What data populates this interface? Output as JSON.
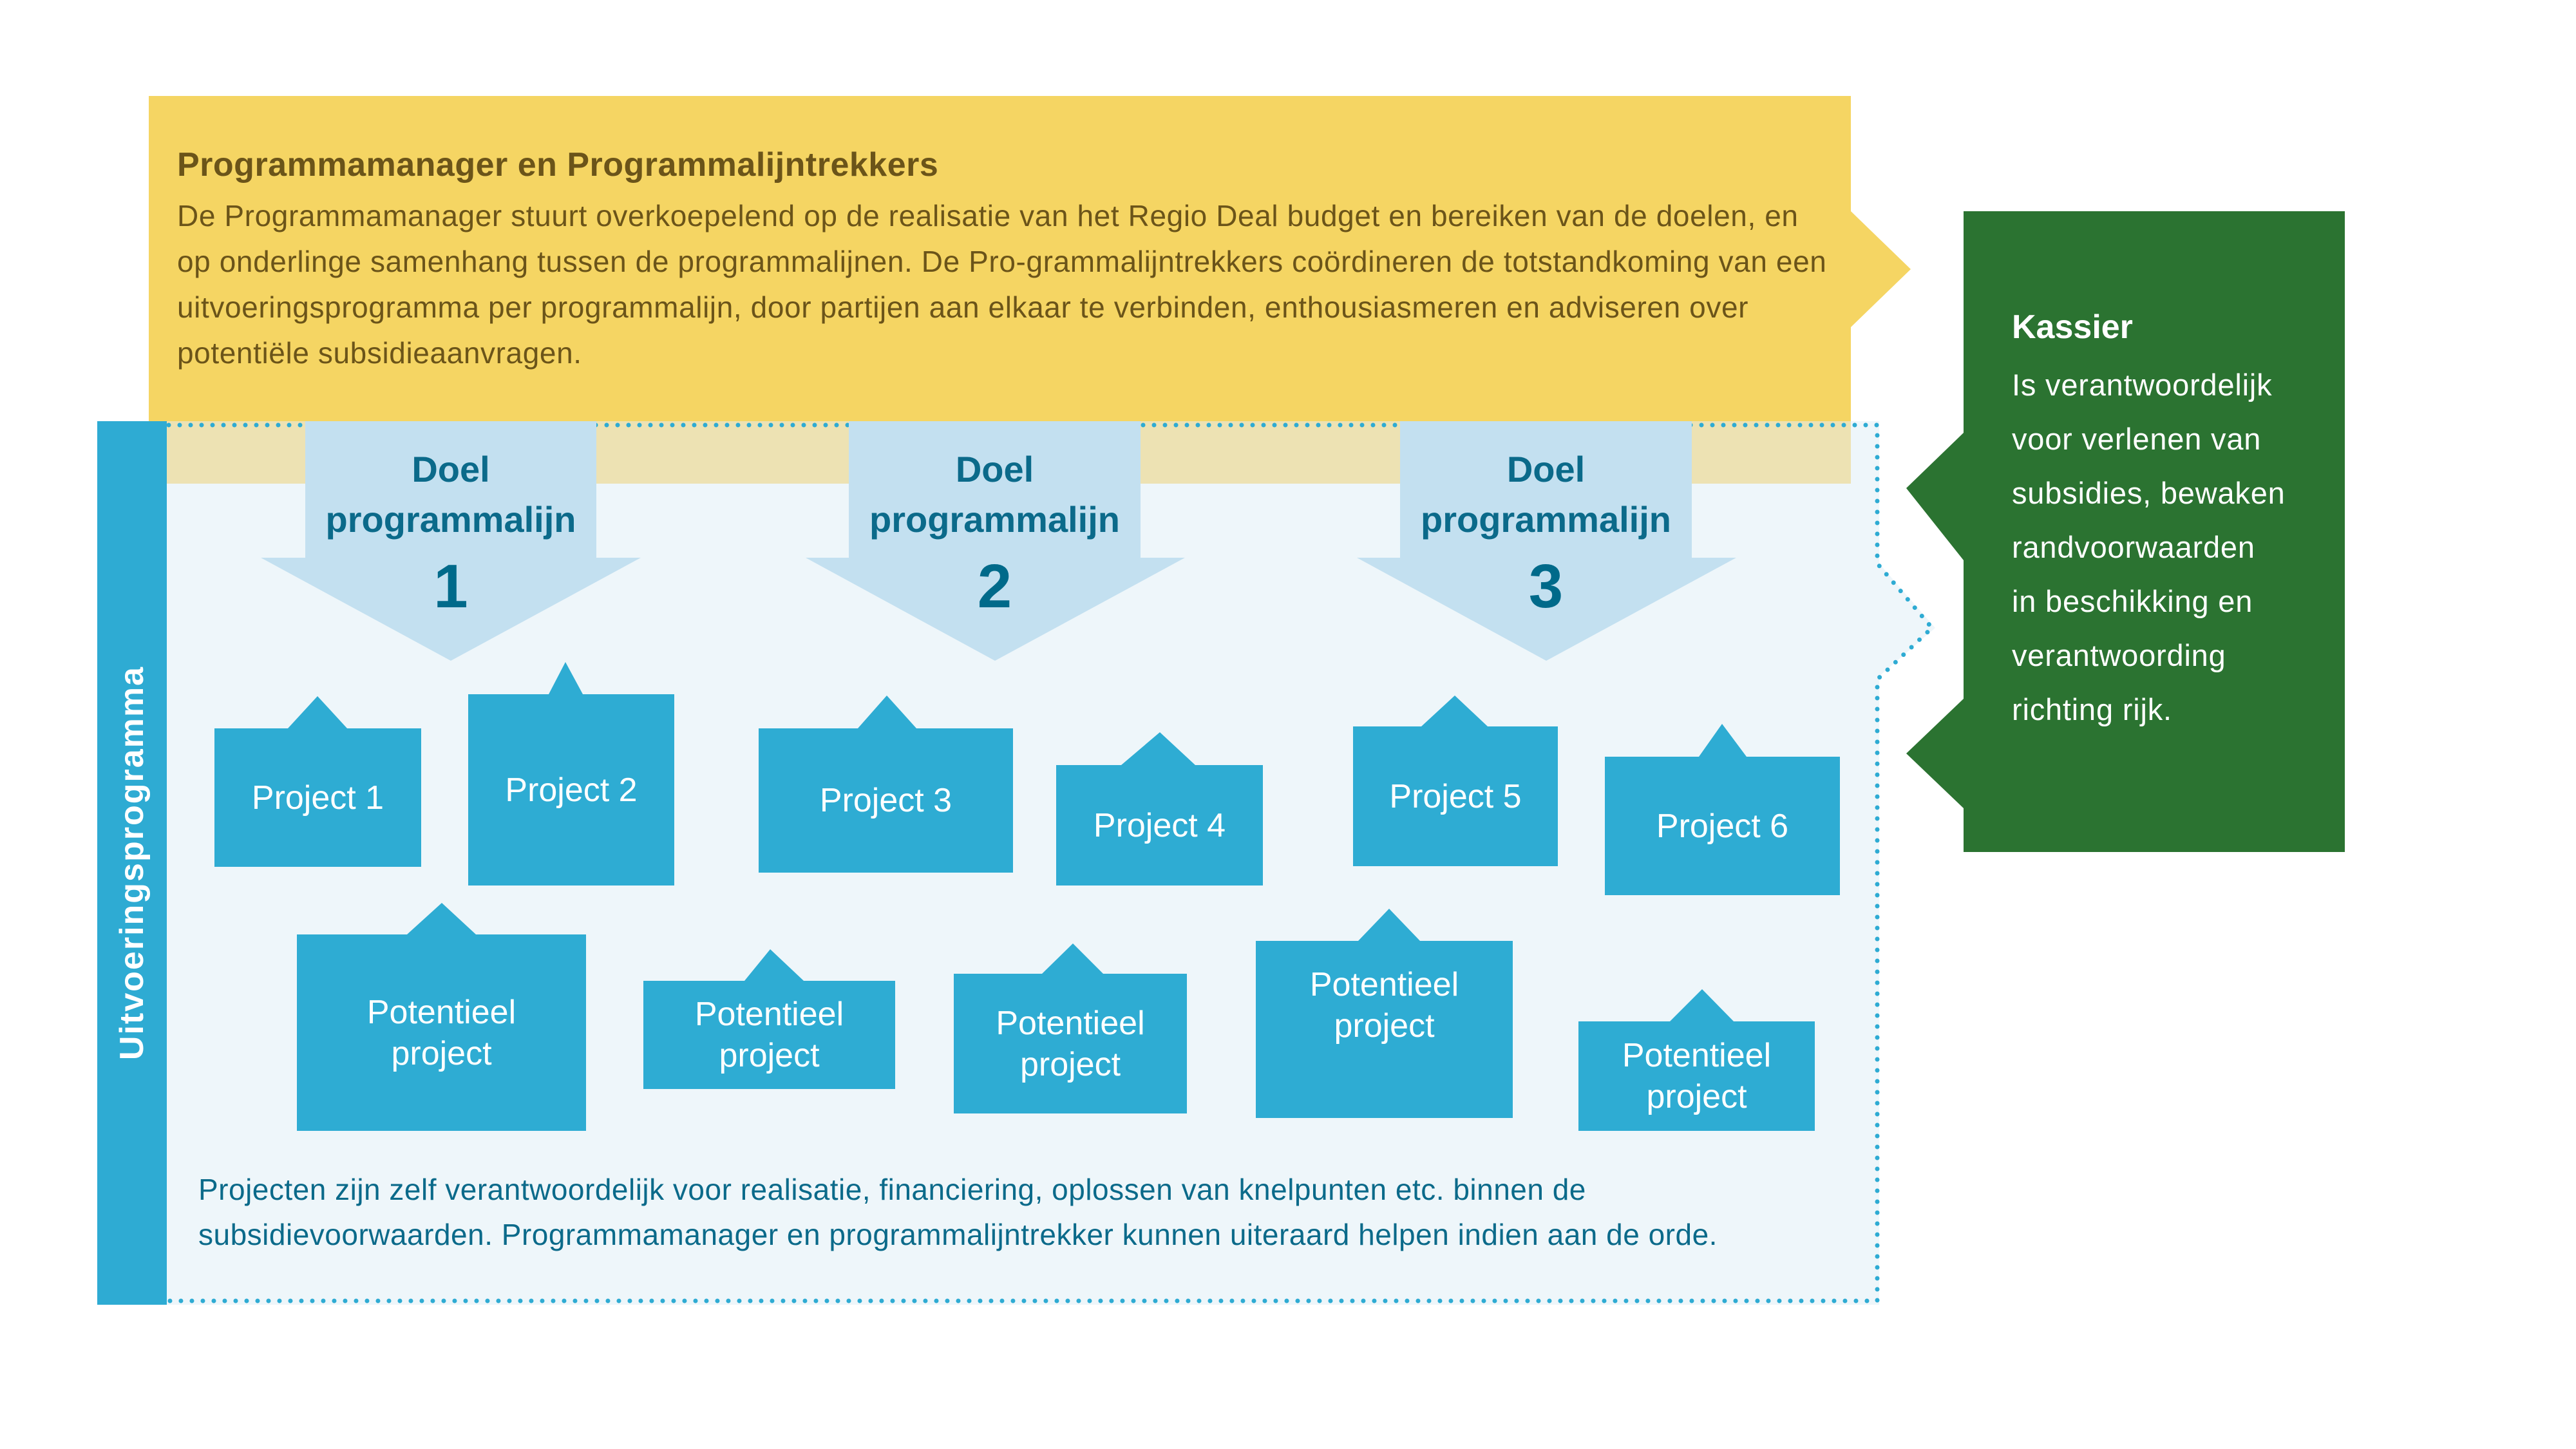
{
  "colors": {
    "manager_fill": "#f5d563",
    "manager_text": "#6b5419",
    "overlap_band": "#ede2b3",
    "kassier_fill": "#2b7331",
    "panel_fill": "#eef6fa",
    "panel_border": "#2eabd3",
    "side_bar": "#2eabd3",
    "doel_arrow": "#c3e0f0",
    "doel_text": "#0b6a8a",
    "project_fill": "#2eacd3",
    "project_text": "#ffffff"
  },
  "manager": {
    "title": "Programmamanager en Programmalijntrekkers",
    "body": "De Programmamanager stuurt overkoepelend op de realisatie van het Regio Deal budget en bereiken van de doelen, en op onderlinge samenhang tussen de programmalijnen. De Pro-grammalijntrekkers coördineren de totstandkoming van een uitvoeringsprogramma per programmalijn, door partijen aan elkaar te verbinden, enthousiasmeren en adviseren over potentiële subsidieaanvragen."
  },
  "kassier": {
    "title": "Kassier",
    "lines": [
      "Is verantwoordelijk",
      "voor verlenen van",
      "subsidies, bewaken",
      "randvoorwaarden",
      "in beschikking en",
      "verantwoording",
      "richting rijk."
    ]
  },
  "uitvoering": {
    "side_label": "Uitvoeringsprogramma",
    "doelen": [
      {
        "line1": "Doel",
        "line2": "programmalijn",
        "number": "1"
      },
      {
        "line1": "Doel",
        "line2": "programmalijn",
        "number": "2"
      },
      {
        "line1": "Doel",
        "line2": "programmalijn",
        "number": "3"
      }
    ],
    "projects": [
      {
        "label": "Project 1"
      },
      {
        "label": "Project 2"
      },
      {
        "label": "Project 3"
      },
      {
        "label": "Project 4"
      },
      {
        "label": "Project 5"
      },
      {
        "label": "Project 6"
      }
    ],
    "potential_projects": [
      {
        "line1": "Potentieel",
        "line2": "project"
      },
      {
        "line1": "Potentieel",
        "line2": "project"
      },
      {
        "line1": "Potentieel",
        "line2": "project"
      },
      {
        "line1": "Potentieel",
        "line2": "project"
      },
      {
        "line1": "Potentieel",
        "line2": "project"
      }
    ],
    "footer": "Projecten zijn zelf verantwoordelijk voor realisatie, financiering, oplossen van knelpunten etc. binnen de subsidievoorwaarden. Programmamanager en programmalijntrekker kunnen uiteraard helpen indien aan de orde."
  }
}
